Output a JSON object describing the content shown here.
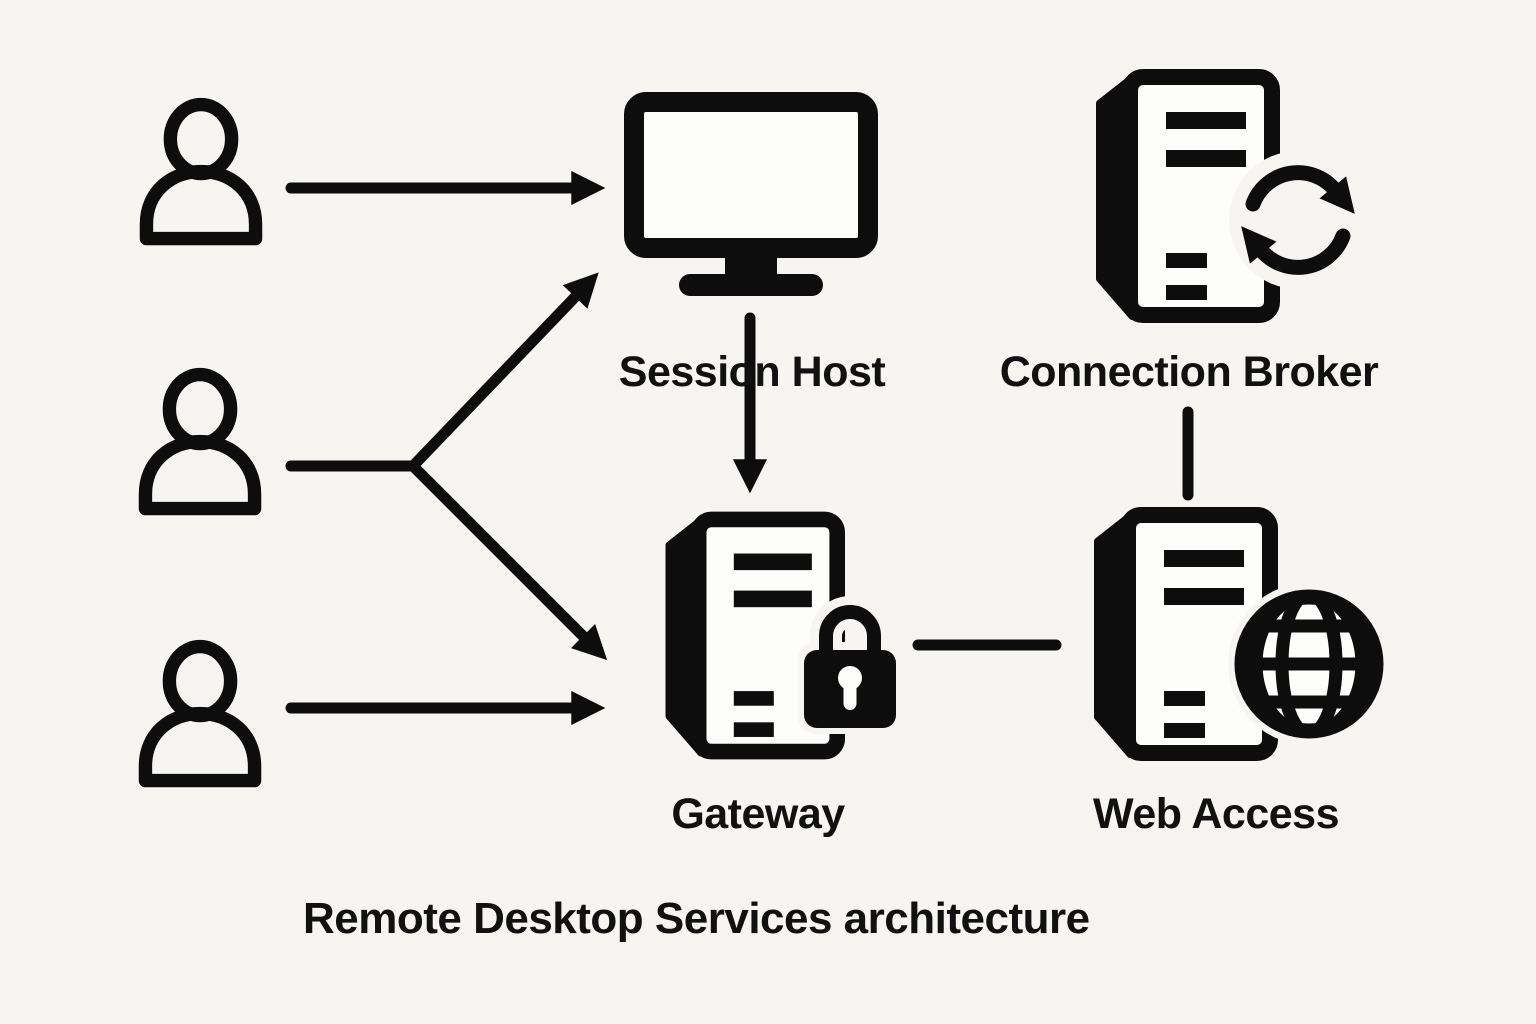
{
  "caption": "Remote Desktop Services architecture",
  "colors": {
    "background": "#f6f5f2",
    "ink": "#0d0d0d",
    "panel": "#fdfdfb",
    "text": "#111111"
  },
  "nodes": {
    "session_host": {
      "label": "Session Host",
      "icon": "monitor-icon"
    },
    "connection_broker": {
      "label": "Connection Broker",
      "icon": "server-sync-icon"
    },
    "gateway": {
      "label": "Gateway",
      "icon": "server-lock-icon"
    },
    "web_access": {
      "label": "Web Access",
      "icon": "server-globe-icon"
    },
    "users": {
      "count": 3,
      "icon": "user-icon"
    }
  },
  "edges": [
    {
      "from": "user-1",
      "to": "session_host",
      "style": "arrow"
    },
    {
      "from": "user-2",
      "to": "session_host",
      "style": "arrow"
    },
    {
      "from": "user-2",
      "to": "gateway",
      "style": "arrow"
    },
    {
      "from": "user-3",
      "to": "gateway",
      "style": "arrow"
    },
    {
      "from": "session_host",
      "to": "gateway",
      "style": "arrow"
    },
    {
      "from": "connection_broker",
      "to": "web_access",
      "style": "plain-line"
    },
    {
      "from": "gateway",
      "to": "web_access",
      "style": "plain-line"
    }
  ]
}
